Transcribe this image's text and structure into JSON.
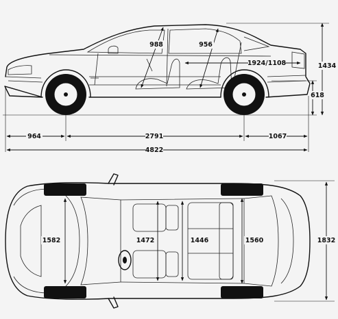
{
  "dimensions": {
    "side": {
      "front_headroom": "988",
      "rear_headroom": "956",
      "cargo_length": "1924/1108",
      "height": "1434",
      "ground_clearance": "618",
      "front_overhang": "964",
      "wheelbase": "2791",
      "rear_overhang": "1067",
      "overall_length": "4822"
    },
    "top": {
      "front_track": "1582",
      "front_shoulder_width": "1472",
      "rear_shoulder_width": "1446",
      "rear_track": "1560",
      "overall_width": "1832"
    }
  }
}
